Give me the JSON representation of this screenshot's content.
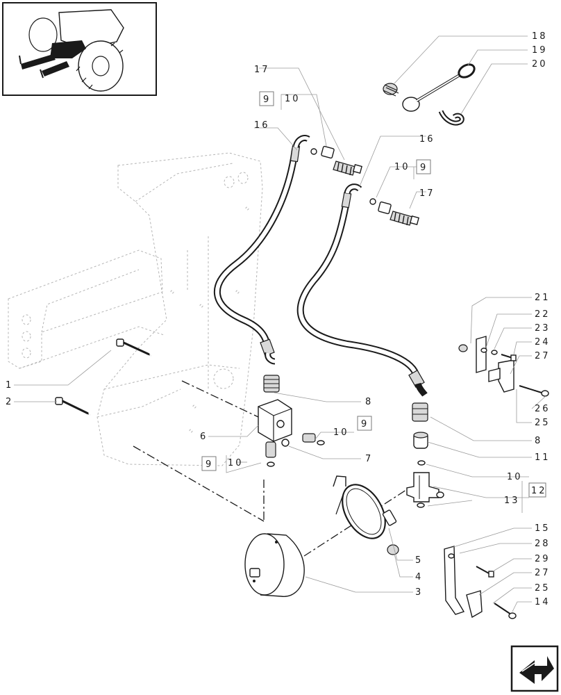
{
  "callouts": {
    "c1": "1",
    "c2": "2",
    "c3": "3",
    "c4": "4",
    "c5": "5",
    "c6": "6",
    "c7": "7",
    "c8a": "8",
    "c8b": "8",
    "c9a": "9",
    "c9b": "9",
    "c9c": "9",
    "c9d": "9",
    "c10a": "10",
    "c10b": "10",
    "c10c": "10",
    "c10d": "10",
    "c10e": "10",
    "c11": "11",
    "c12": "12",
    "c13": "13",
    "c14": "14",
    "c15": "15",
    "c16a": "16",
    "c16b": "16",
    "c17a": "17",
    "c17b": "17",
    "c18": "18",
    "c19": "19",
    "c20": "20",
    "c21": "21",
    "c22": "22",
    "c23": "23",
    "c24": "24",
    "c25a": "25",
    "c25b": "25",
    "c26": "26",
    "c27a": "27",
    "c27b": "27",
    "c28": "28",
    "c29": "29"
  },
  "icons": {
    "thumbnail": "tractor-location-thumbnail-icon",
    "nav": "next-page-arrow-icon"
  }
}
